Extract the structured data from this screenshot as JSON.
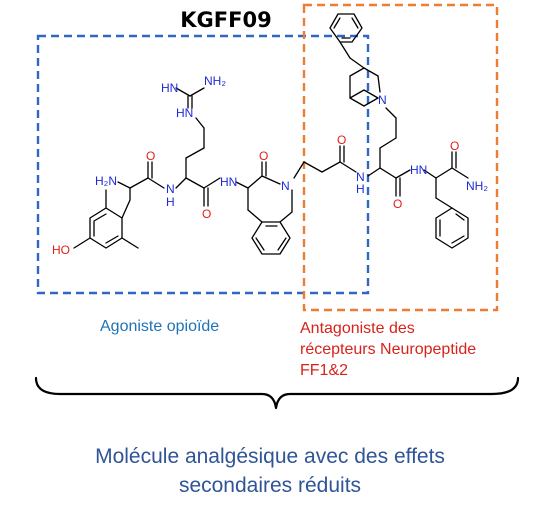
{
  "title": "KGFF09",
  "boxes": {
    "opioid": {
      "color": "#2f67c2",
      "caption": "Agoniste opioïde"
    },
    "antagonist": {
      "color": "#ed7d31",
      "caption_lines": [
        "Antagoniste des",
        "récepteurs Neuropeptide",
        "FF1&2"
      ]
    }
  },
  "bottom_caption_lines": [
    "Molécule analgésique avec des effets",
    "secondaires réduits"
  ],
  "atoms": {
    "nh2_top": "NH₂",
    "hn_guanidine": "HN",
    "nh_guanidine": "HN",
    "h2n_left": "H₂N",
    "ho": "HO",
    "nh_amide1": "H",
    "nh_amide1_n": "N",
    "nh_amide2": "HN",
    "n_ring": "N",
    "n_pip": "N",
    "nh_amide3": "N",
    "nh_amide3_h": "H",
    "hn_amide4": "HN",
    "nh2_end": "NH₂",
    "o": "O"
  },
  "colors": {
    "nitrogen": "#1f2ad6",
    "oxygen": "#e0201b",
    "bond": "#000000"
  }
}
